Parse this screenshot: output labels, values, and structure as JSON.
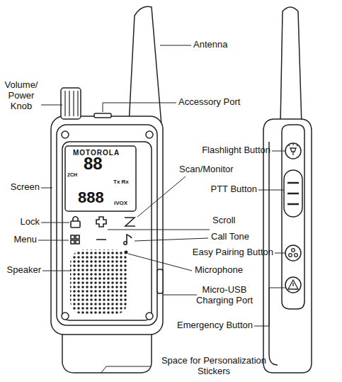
{
  "diagram": {
    "labels": [
      "Antenna",
      "Volume/ Power Knob",
      "Accessory Port",
      "Flashlight Button",
      "MOTOROLA",
      "Scan/Monitor",
      "2CH",
      "88",
      "Screen",
      "PTT Button",
      "888",
      "Tx Rx",
      "iVOX",
      "Lock",
      "Scroll",
      "Call Tone",
      "Menu",
      "Easy Pairing Button",
      "Speaker",
      "Microphone",
      "Micro-USB Charging Port",
      "Emergency Button",
      "Space for Personalization Stickers"
    ]
  }
}
